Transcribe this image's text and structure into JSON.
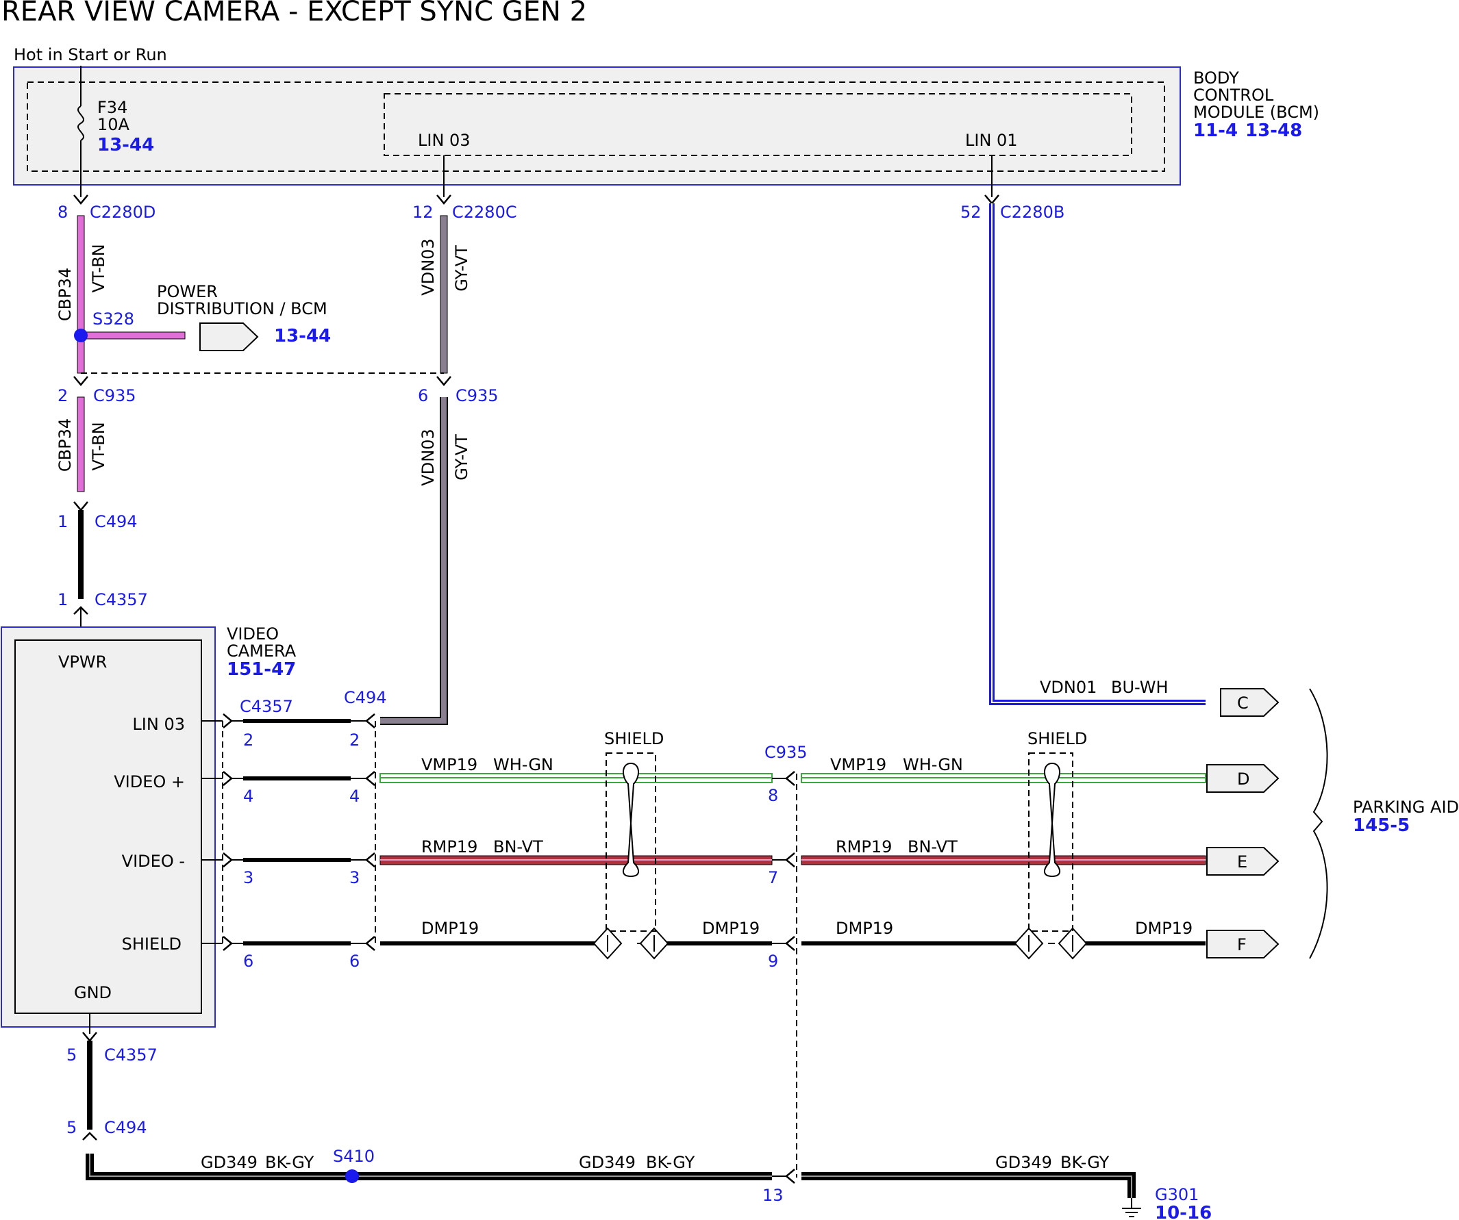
{
  "title": "REAR VIEW CAMERA - EXCEPT SYNC GEN 2",
  "supply": "Hot in Start or Run",
  "bcm": {
    "name": [
      "BODY",
      "CONTROL",
      "MODULE (BCM)"
    ],
    "refs": [
      "11-4",
      "13-48"
    ],
    "fuse": {
      "id": "F34",
      "rating": "10A",
      "ref": "13-44"
    },
    "lin03": "LIN 03",
    "lin01": "LIN 01"
  },
  "connectors": {
    "c2280d": {
      "pin": "8",
      "name": "C2280D"
    },
    "c2280c": {
      "pin": "12",
      "name": "C2280C"
    },
    "c2280b": {
      "pin": "52",
      "name": "C2280B"
    },
    "c935_a": {
      "pin": "2",
      "name": "C935"
    },
    "c935_b": {
      "pin": "6",
      "name": "C935"
    },
    "c494_a": {
      "pin": "1",
      "name": "C494"
    },
    "c4357_a": {
      "pin": "1",
      "name": "C4357"
    },
    "c4357_gnd": {
      "pin": "5",
      "name": "C4357"
    },
    "c494_gnd": {
      "pin": "5",
      "name": "C494"
    },
    "c4357_label": "C4357",
    "c494_label": "C494",
    "c935_label": "C935"
  },
  "wires": {
    "cbp34": {
      "circuit": "CBP34",
      "color": "VT-BN"
    },
    "vdn03": {
      "circuit": "VDN03",
      "color": "GY-VT"
    },
    "vdn01": {
      "circuit": "VDN01",
      "color": "BU-WH"
    },
    "vmp19": {
      "circuit": "VMP19",
      "color": "WH-GN"
    },
    "rmp19": {
      "circuit": "RMP19",
      "color": "BN-VT"
    },
    "dmp19": {
      "circuit": "DMP19"
    },
    "gd349": {
      "circuit": "GD349",
      "color": "BK-GY"
    }
  },
  "splices": {
    "s328": "S328",
    "s410": "S410"
  },
  "power_dist": {
    "lines": [
      "POWER",
      "DISTRIBUTION / BCM"
    ],
    "ref": "13-44"
  },
  "camera": {
    "name": [
      "VIDEO",
      "CAMERA"
    ],
    "ref": "151-47",
    "pins": [
      "VPWR",
      "LIN 03",
      "VIDEO +",
      "VIDEO -",
      "SHIELD",
      "GND"
    ]
  },
  "camera_pin_numbers": [
    "2",
    "4",
    "3",
    "6"
  ],
  "c935_pin_numbers": [
    "8",
    "7",
    "9",
    "13"
  ],
  "shield_label": "SHIELD",
  "parking_aid": {
    "name": "PARKING AID",
    "ref": "145-5",
    "terminals": [
      "C",
      "D",
      "E",
      "F"
    ]
  },
  "ground": {
    "name": "G301",
    "ref": "10-16"
  },
  "colors": {
    "pin_blue": "#1a1aee",
    "module_border": "#2a2ad0",
    "module_fill": "#f0f0f0",
    "vt_bn": "#e070d8",
    "gy_vt": "#8a7f90",
    "bu_wh": "#1a1ad8",
    "wh_gn": "#3aa83a",
    "bn_vt": "#b03040",
    "bk": "#000000"
  }
}
